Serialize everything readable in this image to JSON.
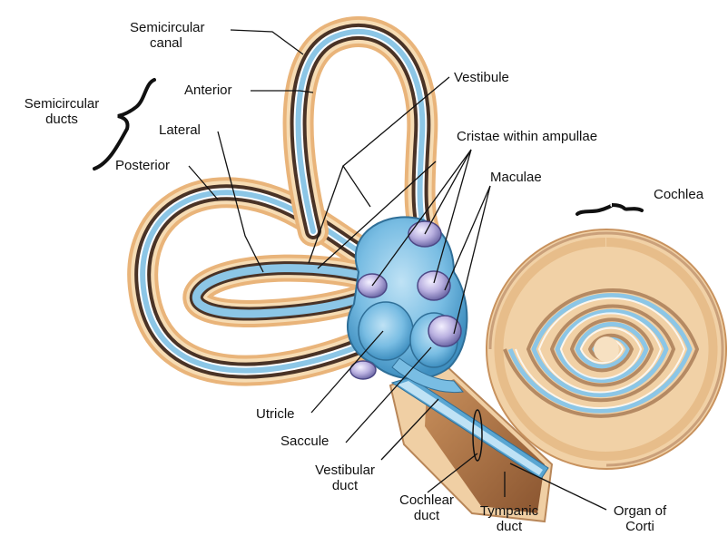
{
  "labels": {
    "semicircular_canal": [
      "Semicircular",
      "canal"
    ],
    "semicircular_ducts": [
      "Semicircular",
      "ducts"
    ],
    "anterior": "Anterior",
    "lateral": "Lateral",
    "posterior": "Posterior",
    "vestibule": "Vestibule",
    "cristae": "Cristae within ampullae",
    "maculae": "Maculae",
    "cochlea": "Cochlea",
    "utricle": "Utricle",
    "saccule": "Saccule",
    "vestibular_duct": [
      "Vestibular",
      "duct"
    ],
    "cochlear_duct": [
      "Cochlear",
      "duct"
    ],
    "tympanic_duct": [
      "Tympanic",
      "duct"
    ],
    "organ_of_corti": [
      "Organ of",
      "Corti"
    ]
  },
  "colors": {
    "bone_outer": "#e9b47a",
    "bone_light": "#f6dcb4",
    "membrane_dark": "#4a3326",
    "duct_blue": "#8cc6e6",
    "duct_deep": "#5aa6d2",
    "vestibule_blue": "#79bde3",
    "ampulla_purple": "#b9b0e0",
    "cochlea_brown": "#a76f42",
    "cochlea_tan": "#e7c19a",
    "leader_line": "#111111"
  }
}
